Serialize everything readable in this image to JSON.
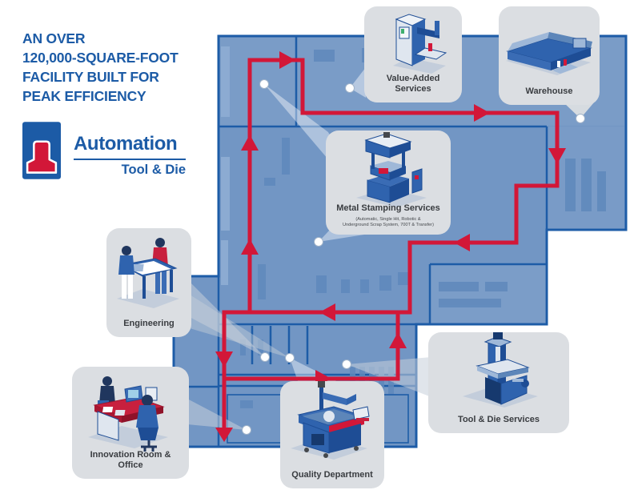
{
  "headline": {
    "lines": [
      "AN OVER",
      "120,000-SQUARE-FOOT",
      "FACILITY BUILT FOR",
      "PEAK EFFICIENCY"
    ]
  },
  "logo": {
    "name": "Automation",
    "tagline": "Tool & Die"
  },
  "stations": [
    {
      "id": "value-added",
      "label": "Value-Added Services"
    },
    {
      "id": "warehouse",
      "label": "Warehouse"
    },
    {
      "id": "metal-stamping",
      "label": "Metal Stamping Services",
      "sublabel1": "(Automatic, Single Hit, Robotic &",
      "sublabel2": "Underground Scrap System, 700T & Transfer)"
    },
    {
      "id": "engineering",
      "label": "Engineering"
    },
    {
      "id": "innovation",
      "label": "Innovation Room & Office"
    },
    {
      "id": "quality",
      "label": "Quality Department"
    },
    {
      "id": "tool-die",
      "label": "Tool & Die Services"
    }
  ],
  "colors": {
    "headline_blue": "#1c5ba6",
    "floor_blue": "#7296c4",
    "floor_border_blue": "#1d5ca7",
    "flow_red": "#d21738",
    "card_gray": "#dbdee2"
  }
}
